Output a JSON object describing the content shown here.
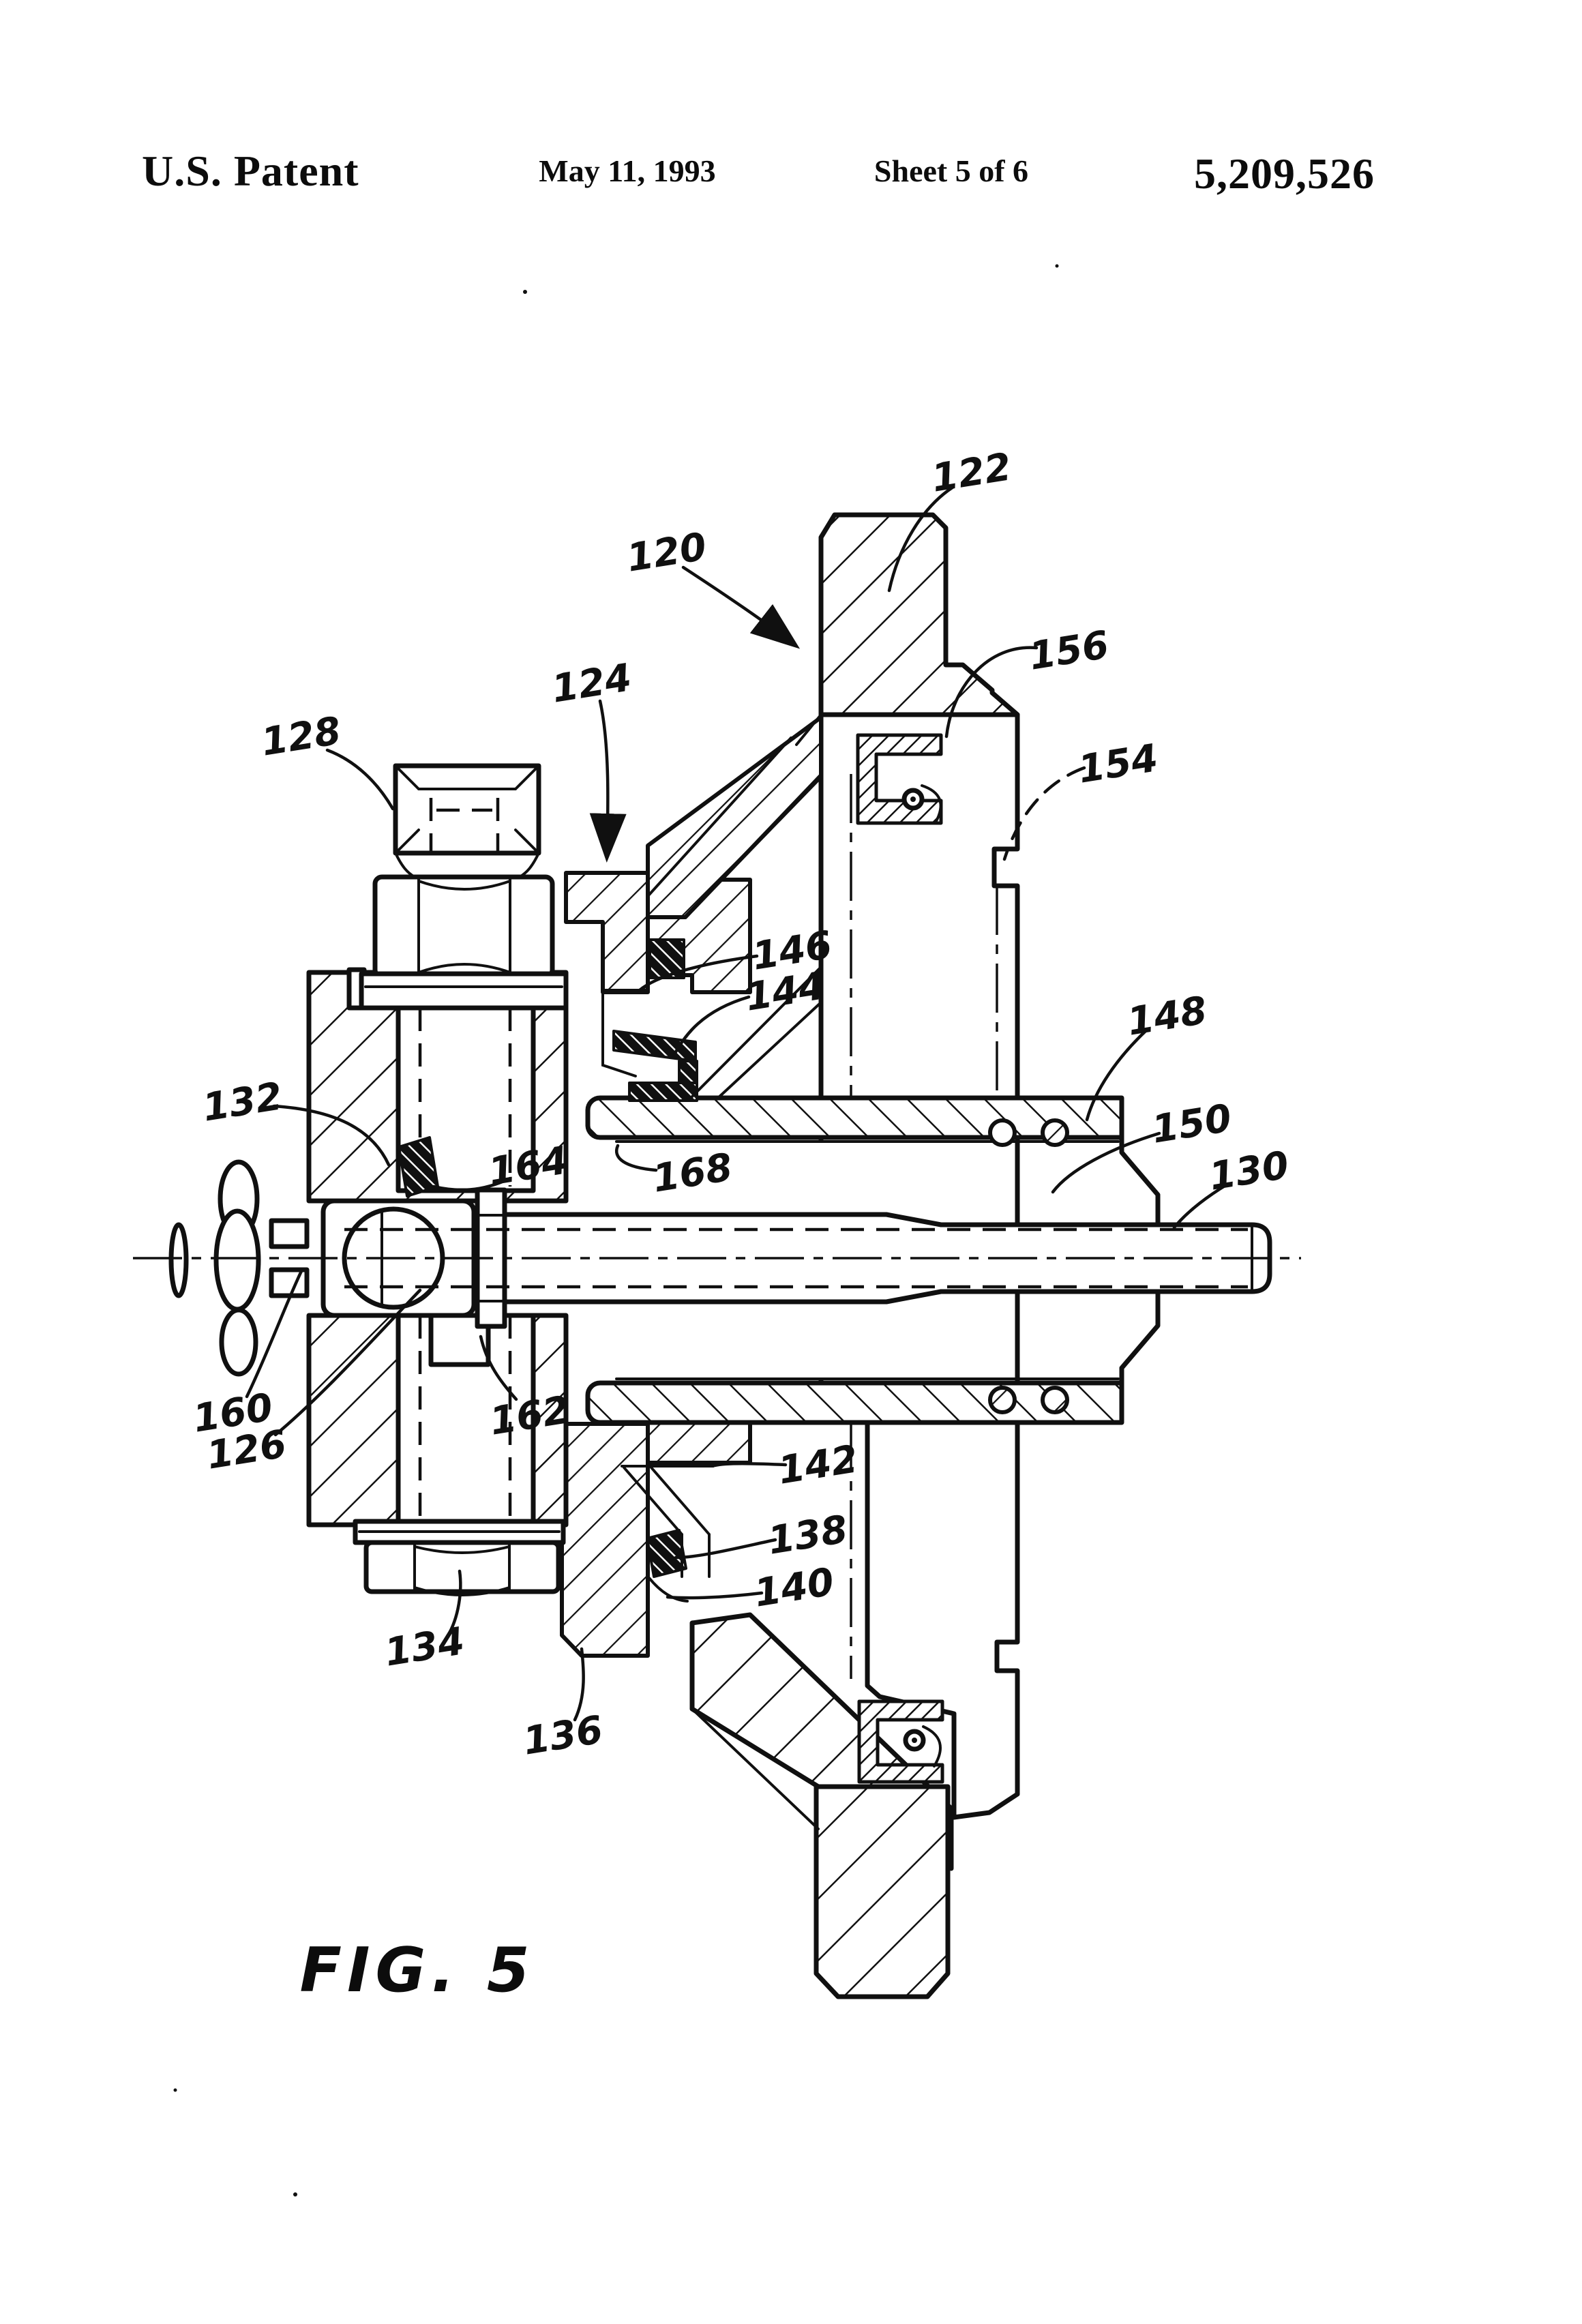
{
  "header": {
    "title": "U.S. Patent",
    "date": "May 11, 1993",
    "sheet": "Sheet 5 of 6",
    "patent_number": "5,209,526"
  },
  "figure": {
    "caption": "FIG. 5",
    "labels": {
      "120": "120",
      "122": "122",
      "124": "124",
      "126": "126",
      "128": "128",
      "130": "130",
      "132": "132",
      "134": "134",
      "136": "136",
      "138": "138",
      "140": "140",
      "142": "142",
      "144": "144",
      "146": "146",
      "148": "148",
      "150": "150",
      "154": "154",
      "156": "156",
      "160": "160",
      "162": "162",
      "164": "164",
      "168": "168"
    }
  }
}
